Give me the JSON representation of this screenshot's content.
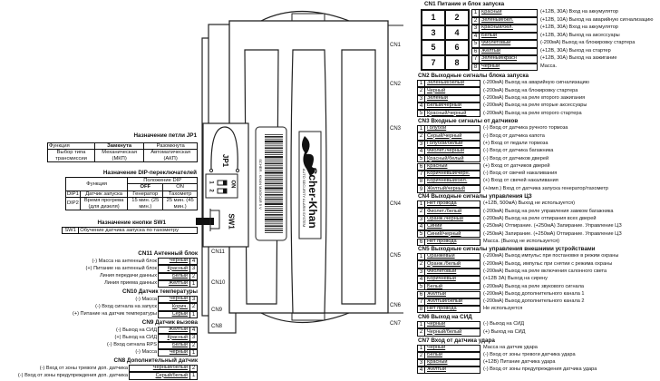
{
  "device": {
    "brand": "Scher-Khan",
    "tagline": "AUTO SECURITY ALARM SYSTEM",
    "barcode_text": "SCHER - KHAN MAGICAR 5 V",
    "jp1_label": "JP1",
    "sw1_label": "SW1",
    "dip_on": "ON",
    "dip_1": "1",
    "dip_2": "2",
    "right_connectors": [
      "CN1",
      "CN2",
      "CN3",
      "CN4",
      "CN5",
      "CN6",
      "CN7"
    ],
    "left_connectors": [
      "CN11",
      "CN10",
      "CN9",
      "CN8"
    ]
  },
  "cn1": {
    "title": "CN1 Питание и блок запуска",
    "grid": [
      "1",
      "2",
      "3",
      "4",
      "5",
      "6",
      "7",
      "8"
    ],
    "rows": [
      {
        "n": "1",
        "color": "Красный",
        "desc": "(+12В, 30А) Вход на аккумулятор"
      },
      {
        "n": "2",
        "color": "Зеленый/бел.",
        "desc": "(+12В, 10А) Выход на аварийную сигнализацию"
      },
      {
        "n": "3",
        "color": "Красный/бел.",
        "desc": "(+12В, 30А) Вход на аккумулятор"
      },
      {
        "n": "4",
        "color": "Белый",
        "desc": "(+12В, 30А) Выход на аксессуары"
      },
      {
        "n": "5",
        "color": "Фиолетовый",
        "desc": "(-200мА) Выход на блокировку стартера"
      },
      {
        "n": "6",
        "color": "Желтый",
        "desc": "(+12В, 30А) Выход на стартер"
      },
      {
        "n": "7",
        "color": "Зеленый/красн",
        "desc": "(+12В, 30А) Выход на зажигание"
      },
      {
        "n": "8",
        "color": "Черный",
        "desc": "Масса."
      }
    ]
  },
  "cn2": {
    "title": "CN2 Выходные сигналы блока запуска",
    "rows": [
      {
        "n": "1",
        "color": "Зеленый/белый",
        "desc": "(-200мА) Выход на аварийную сигнализацию"
      },
      {
        "n": "2",
        "color": "Черный",
        "desc": "(-200мА) Выход на блокировку стартера"
      },
      {
        "n": "3",
        "color": "Зеленый",
        "desc": "(-200мА) Выход на реле второго зажигания"
      },
      {
        "n": "4",
        "color": "Белый/черный",
        "desc": "(-200мА) Выход на реле вторые аксессуары"
      },
      {
        "n": "5",
        "color": "Красный/черный",
        "desc": "(-200мА) Выход на реле второго стартера"
      }
    ]
  },
  "cn3": {
    "title": "CN3 Входные сигналы от датчиков",
    "rows": [
      {
        "n": "1",
        "color": "Голубой",
        "desc": "(-) Вход от датчика ручного тормоза"
      },
      {
        "n": "2",
        "color": "Серый/черный",
        "desc": "(-) Вход от датчика капота"
      },
      {
        "n": "3",
        "color": "Голубой/белый",
        "desc": "(+) Вход от педали тормоза"
      },
      {
        "n": "4",
        "color": "Фиолет./черный",
        "desc": "(-) Вход от датчика багажника"
      },
      {
        "n": "5",
        "color": "Красный/белый",
        "desc": "(-) Вход от датчиков дверей"
      },
      {
        "n": "6",
        "color": "Красный",
        "desc": "(+) Вход от датчиков дверей"
      },
      {
        "n": "7",
        "color": "Коричневый/черн.",
        "desc": "(-) Вход от свечей накаливания"
      },
      {
        "n": "8",
        "color": "Коричневый/бел.",
        "desc": "(+) Вход от свечей накаливания"
      },
      {
        "n": "9",
        "color": "Желтый/черный",
        "desc": "(+/имп.) Вход от датчика запуска генератор/тахометр"
      }
    ]
  },
  "cn4": {
    "title": "CN4 Выходные сигналы управления ЦЗ",
    "rows": [
      {
        "n": "1",
        "color": "Нет провода",
        "desc": "(+12В, 500мА) Выход не используется)"
      },
      {
        "n": "2",
        "color": "Фиолет./белый",
        "desc": "(-200мА) Выход на реле управления замком багажника"
      },
      {
        "n": "3",
        "color": "Оранж./черный",
        "desc": "(-200мА) Выход на реле отпирания всех дверей"
      },
      {
        "n": "4",
        "color": "Синий",
        "desc": "(-250мА) Отпирание. (+250мА) Запирание. Управление ЦЗ"
      },
      {
        "n": "5",
        "color": "Синий/черный",
        "desc": "(-250мА) Запирание. (+250мА) Отпирание. Управление ЦЗ"
      },
      {
        "n": "6",
        "color": "Нет провода",
        "desc": "Масса. (Выход не используется)"
      }
    ]
  },
  "cn5": {
    "title": "CN5 Выходные сигналы управления внешними устройствами",
    "rows": [
      {
        "n": "1",
        "color": "Оранжевый",
        "desc": "(-200мА) Выход импульс при постановке в режим охраны"
      },
      {
        "n": "2",
        "color": "Оранж./белый",
        "desc": "(-200мА) Выход, импульс при снятии с режима охраны"
      },
      {
        "n": "3",
        "color": "Фиолетовый",
        "desc": "(-200мА) Выход на реле включения салонного света"
      },
      {
        "n": "4",
        "color": "Коричневый",
        "desc": "(+12В 3А) Выход на сирену"
      },
      {
        "n": "5",
        "color": "Белый",
        "desc": "(-200мА) Выход на реле звукового сигнала"
      },
      {
        "n": "6",
        "color": "Желтый",
        "desc": "(-200мА) Выход дополнительного канала 1"
      },
      {
        "n": "7",
        "color": "Желтый/белый",
        "desc": "(-200мА) Выход дополнительного канала 2"
      },
      {
        "n": "8",
        "color": "Нет провода",
        "desc": "Не используется"
      }
    ]
  },
  "cn6": {
    "title": "CN6 Выход на СИД",
    "rows": [
      {
        "n": "1",
        "color": "Черный",
        "desc": "(-) Выход на СИД"
      },
      {
        "n": "2",
        "color": "Черный/белый",
        "desc": "(+) Выход на СИД"
      }
    ]
  },
  "cn7": {
    "title": "CN7 Вход от датчика удара",
    "rows": [
      {
        "n": "1",
        "color": "Черный",
        "desc": "Масса на датчик удара"
      },
      {
        "n": "2",
        "color": "Белый",
        "desc": "(-) Вход от зоны тревоги датчика удара"
      },
      {
        "n": "3",
        "color": "Красный",
        "desc": "(+12В) Питание датчика удара"
      },
      {
        "n": "4",
        "color": "Желтый",
        "desc": "(-) Вход от зоны предупреждения датчика удара"
      }
    ]
  },
  "jp1": {
    "title": "Назначение петли JP1",
    "headers": [
      "Функция",
      "Замкнута",
      "Разомкнута"
    ],
    "row": [
      "Выбор типа трансмиссии",
      "Механическая (МКП)",
      "Автоматическая (АКП)"
    ]
  },
  "dip": {
    "title": "Назначение DIP-переключателей",
    "function_header": "Функция",
    "position_header": "Положение DIP",
    "off": "OFF",
    "on": "ON",
    "rows": [
      {
        "id": "DIP1",
        "func": "Датчик запуска",
        "off": "Генератор",
        "on": "Тахометр"
      },
      {
        "id": "DIP2",
        "func": "Время прогрева (для дизеля)",
        "off": "15 мин. (25 мин.)",
        "on": "25 мин. (45 мин.)"
      }
    ]
  },
  "sw1": {
    "title": "Назначение кнопки SW1",
    "id": "SW1",
    "desc": "Обучение датчика запуска по тахометру"
  },
  "cn11": {
    "title": "CN11 Антенный блок",
    "rows": [
      {
        "n": "4",
        "color": "Черный",
        "desc": "(-) Масса на антенный блок"
      },
      {
        "n": "3",
        "color": "Красный",
        "desc": "(+) Питание на антенный блок"
      },
      {
        "n": "2",
        "color": "Белый",
        "desc": "Линия передачи данных"
      },
      {
        "n": "1",
        "color": "Желтый",
        "desc": "Линия приема данных"
      }
    ]
  },
  "cn10": {
    "title": "CN10 Датчик температуры",
    "rows": [
      {
        "n": "3",
        "color": "Черный",
        "desc": "(-) Масса"
      },
      {
        "n": "2",
        "color": "Корич.",
        "desc": "(-) Вход сигнала на запуск"
      },
      {
        "n": "1",
        "color": "Серый",
        "desc": "(+) Питание на датчик температуры"
      }
    ]
  },
  "cn9": {
    "title": "CN9 Датчик вызова",
    "rows": [
      {
        "n": "4",
        "color": "Желтый",
        "desc": "(-) Выход на СИД"
      },
      {
        "n": "3",
        "color": "Красный",
        "desc": "(+) Выход на СИД"
      },
      {
        "n": "2",
        "color": "Белый",
        "desc": "(-) Вход сигнала RPS"
      },
      {
        "n": "1",
        "color": "Черный",
        "desc": "(-) Масса"
      }
    ]
  },
  "cn8": {
    "title": "CN8 Дополнительный датчик",
    "rows": [
      {
        "n": "2",
        "color": "Черный/белый",
        "desc": "(-) Вход от зоны тревоги доп. датчика"
      },
      {
        "n": "1",
        "color": "Серый/белый",
        "desc": "(-) Вход от зоны предупреждения доп. датчика"
      }
    ]
  }
}
